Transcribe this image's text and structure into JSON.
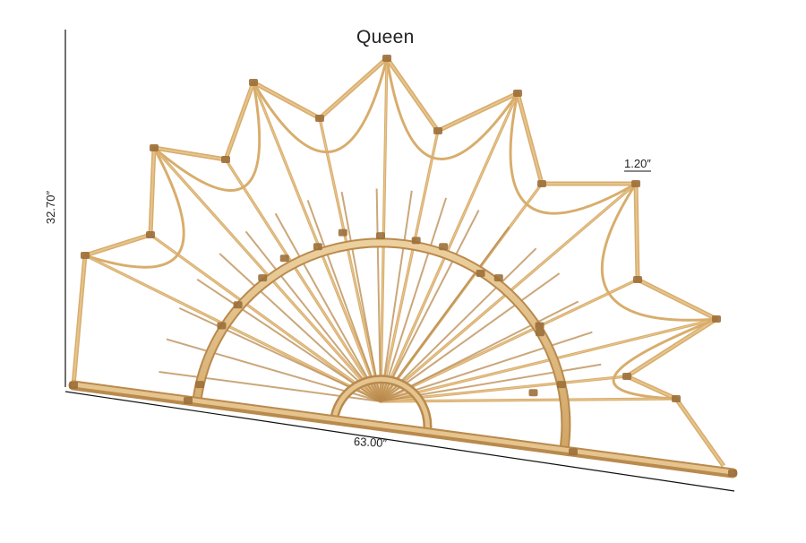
{
  "product": {
    "size_label": "Queen",
    "material": "rattan",
    "shape": "sunburst half-circle headboard"
  },
  "dimensions": {
    "height": "32.70″",
    "depth": "1.20″",
    "width": "63.00″"
  },
  "colors": {
    "rattan_light": "#e6c48e",
    "rattan_mid": "#d8ad6c",
    "rattan_dark": "#b98a4e",
    "binding": "#9c6f3a",
    "dimension_line": "#111111"
  }
}
